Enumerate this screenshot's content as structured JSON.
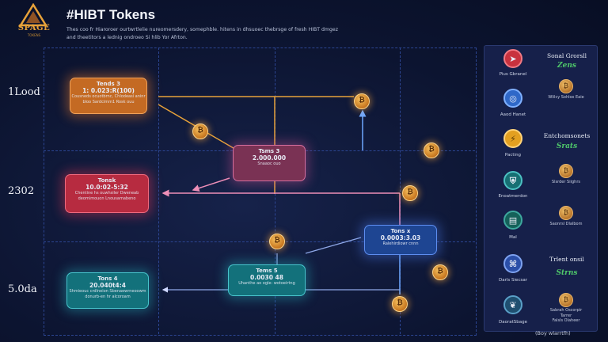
{
  "header": {
    "logo_text": "SPAGE",
    "logo_sub": "TOKENS",
    "title": "#HIBT Tokens",
    "subtitle_line1": "Thes coo fr Hiaroroer ourtwrtlelie nureomersdery, somephble. hitens in dhsuoec thebrsge of fresh HIBT dmgez",
    "subtitle_line2": "and theetitors a lednig ondroeo Si hlib Yor Afrton."
  },
  "rows": [
    {
      "label": "1Lood"
    },
    {
      "label": "2302"
    },
    {
      "label": "5.0da"
    }
  ],
  "nodes": [
    {
      "id": "orange",
      "title": "Tends 3",
      "value": "1: 0.023:R(100)",
      "desc": "Cousneds ocuotbrnc, Chlodeasi aninr bloo Sardcimm1 Rosk ouu"
    },
    {
      "id": "plum",
      "title": "Tsms 3",
      "value": "2.000.000",
      "desc": "Snaaoc ouo"
    },
    {
      "id": "red",
      "title": "Tonsk",
      "value": "10.0:02-5:32",
      "desc": "Chentine hs ouwhsiler Dweneab deomimouon Lnousamabeno"
    },
    {
      "id": "blue",
      "title": "Tons x",
      "value": "0.0003:3.03",
      "desc": "Ralehirdiowr cnnn"
    },
    {
      "id": "teal-left",
      "title": "Tons 4",
      "value": "20.040t4:4",
      "desc": "Shmieouc crdlneion Sbenaewrneoowm donurb-en hr alcoroam"
    },
    {
      "id": "teal-mid",
      "title": "Tems 5",
      "value": "0.0030 48",
      "desc": "Uhanthe ao ogle: wotoeirtng"
    }
  ],
  "panel": {
    "items": [
      {
        "icon": "rocket-icon",
        "color": "#c8323e",
        "label": "Pius Gbranel"
      },
      {
        "icon": "globe-icon",
        "color": "#3f7fe0",
        "label": "Aaod Hanet"
      },
      {
        "icon": "bolt-icon",
        "color": "#e3a020",
        "label": "Pacting"
      },
      {
        "icon": "shield-icon",
        "color": "#1f8a8a",
        "label": "Enoatmerdon"
      },
      {
        "icon": "chart-icon",
        "color": "#1c7a72",
        "label": "Mal"
      },
      {
        "icon": "network-icon",
        "color": "#3460c8",
        "label": "Darls Siecsar"
      },
      {
        "icon": "leaf-icon",
        "color": "#2a6a8e",
        "label": "DaoratSbage"
      }
    ],
    "sections": [
      {
        "heading": "Sonal Grorsll",
        "value": "Zens"
      },
      {
        "heading": "Entchomsonets",
        "value": "Srats"
      },
      {
        "heading": "Trlent onsil",
        "value": "Strns"
      }
    ],
    "coin_labels": [
      "Wlilcy Sohlox Eaie",
      "Slsrder Siighrs",
      "Saonrsl Dlalbom",
      "Sabrah Oscorpir Tarrer",
      "Falsls Olaheer"
    ]
  },
  "caption": "(Boy wlarrtfh)",
  "colors": {
    "background": "#0c1430",
    "grid": "#2c4592",
    "accent_green": "#4fc86a",
    "coin": "#e59a35"
  }
}
